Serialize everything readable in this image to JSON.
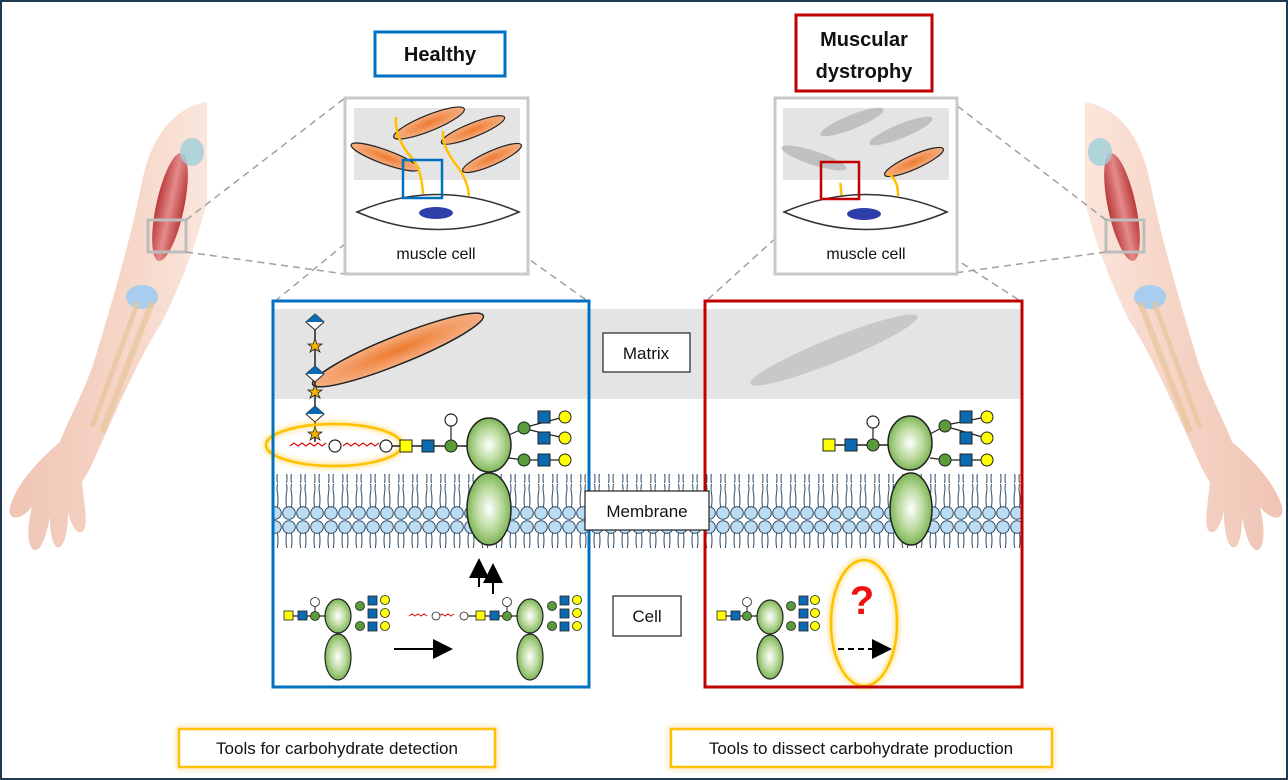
{
  "titles": {
    "healthy": "Healthy",
    "dystrophy_line1": "Muscular",
    "dystrophy_line2": "dystrophy"
  },
  "insets": {
    "left_caption": "muscle cell",
    "right_caption": "muscle cell"
  },
  "region_labels": {
    "matrix": "Matrix",
    "membrane": "Membrane",
    "cell": "Cell"
  },
  "question_mark": "?",
  "tools": {
    "detection": "Tools for carbohydrate detection",
    "production": "Tools to dissect carbohydrate production"
  },
  "colors": {
    "healthy_accent": "#0070c0",
    "dystrophy_accent": "#c00000",
    "highlight": "#ffc000",
    "collagen": "#f0955a",
    "collagen_missing": "#c8c8c8",
    "protein": "#7ab648",
    "lipid_head": "#bcdcf4",
    "glcnac_square": "#0b6ab0",
    "gal_circle": "#ffff00",
    "man_circle": "#5a9b3a",
    "xylose_star": "#f5b400",
    "matrix_bg": "#e4e4e4",
    "frame": "#1f3a52"
  }
}
